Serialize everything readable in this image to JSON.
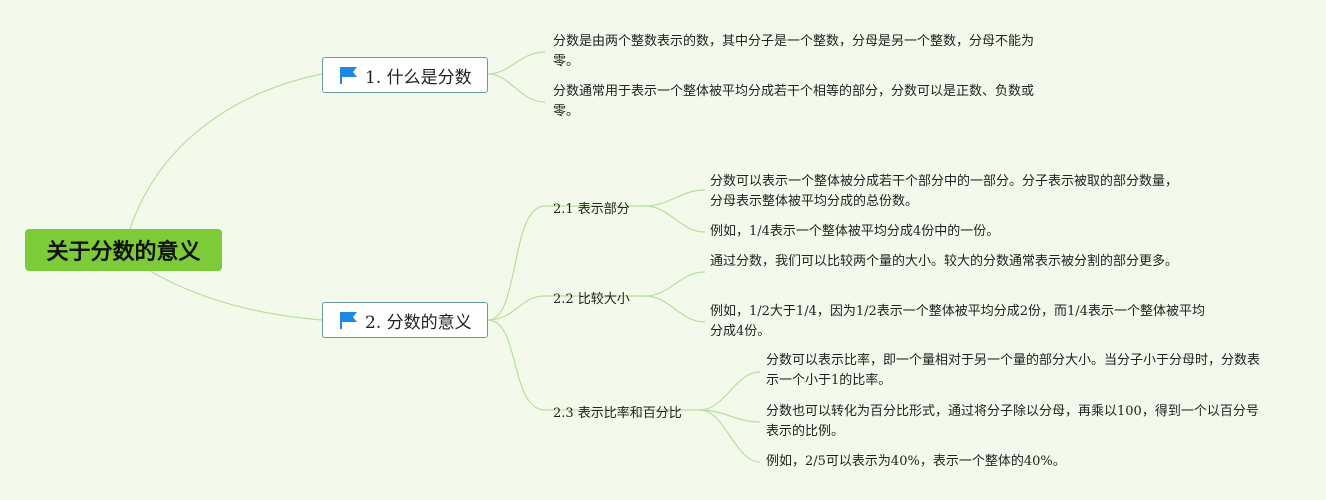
{
  "root": {
    "label": "关于分数的意义"
  },
  "topic1": {
    "label": "1. 什么是分数",
    "icon": "flag-icon"
  },
  "topic2": {
    "label": "2. 分数的意义",
    "icon": "flag-icon"
  },
  "topic1_notes": [
    "分数是由两个整数表示的数，其中分子是一个整数，分母是另一个整数，分母不能为零。",
    "分数通常用于表示一个整体被平均分成若干个相等的部分，分数可以是正数、负数或零。"
  ],
  "sub21": {
    "label": "2.1 表示部分",
    "notes": [
      "分数可以表示一个整体被分成若干个部分中的一部分。分子表示被取的部分数量，分母表示整体被平均分成的总份数。",
      "例如，1/4表示一个整体被平均分成4份中的一份。"
    ]
  },
  "sub22": {
    "label": "2.2 比较大小",
    "notes": [
      "通过分数，我们可以比较两个量的大小。较大的分数通常表示被分割的部分更多。",
      "例如，1/2大于1/4，因为1/2表示一个整体被平均分成2份，而1/4表示一个整体被平均分成4份。"
    ]
  },
  "sub23": {
    "label": "2.3 表示比率和百分比",
    "notes": [
      "分数可以表示比率，即一个量相对于另一个量的部分大小。当分子小于分母时，分数表示一个小于1的比率。",
      "分数也可以转化为百分比形式，通过将分子除以分母，再乘以100，得到一个以百分号表示的比例。",
      "例如，2/5可以表示为40%，表示一个整体的40%。"
    ]
  },
  "colors": {
    "background": "#f3faeb",
    "root": "#7ecb3a",
    "link": "#b8dfa0",
    "flag": "#1e88e5",
    "topic_border": "#6b9a9e"
  }
}
